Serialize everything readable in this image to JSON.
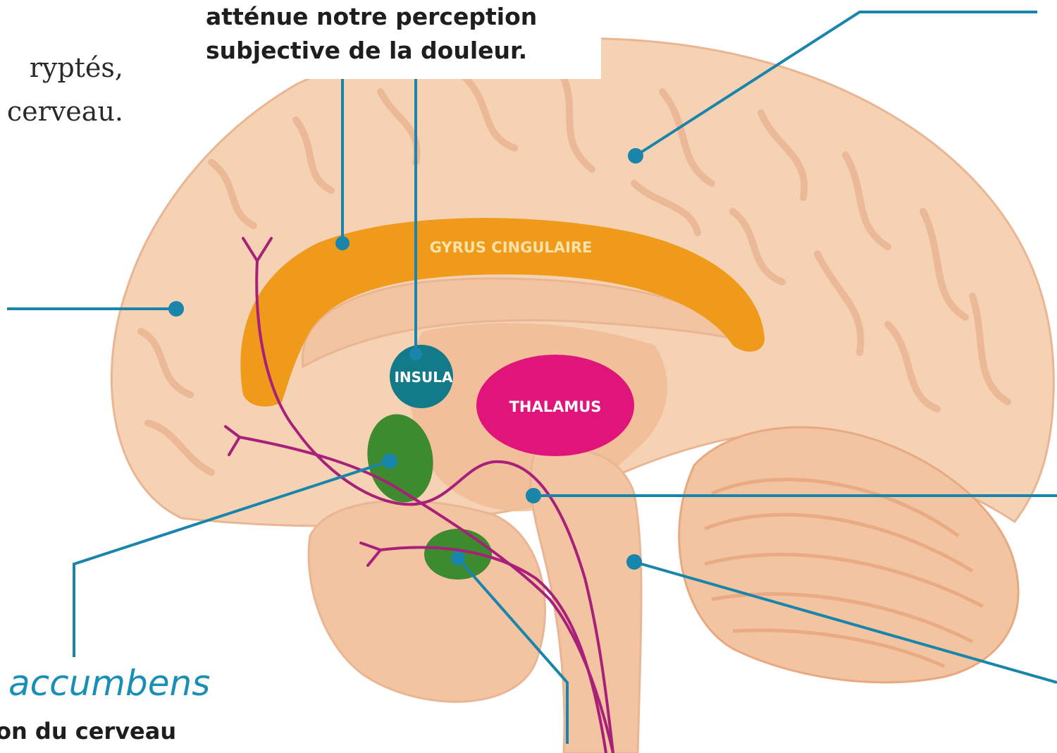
{
  "callout_top": {
    "line1": "atténue notre perception",
    "line2": "subjective de la douleur."
  },
  "intro": {
    "line1": "ryptés,",
    "line2": "cerveau."
  },
  "callout_bottom": {
    "title": "accumbens",
    "subtitle": "on du cerveau"
  },
  "regions": {
    "gyrus": "GYRUS CINGULAIRE",
    "insula": "INSULA",
    "thalamus": "THALAMUS"
  },
  "colors": {
    "brain": "#f6d2b4",
    "brain_dark": "#eab592",
    "gyrus": "#ef9a1b",
    "insula": "#137a8a",
    "thalamus": "#e0157a",
    "accumbens": "#3e8a2e",
    "pathway": "#a8207a",
    "leader": "#1a85aa"
  }
}
